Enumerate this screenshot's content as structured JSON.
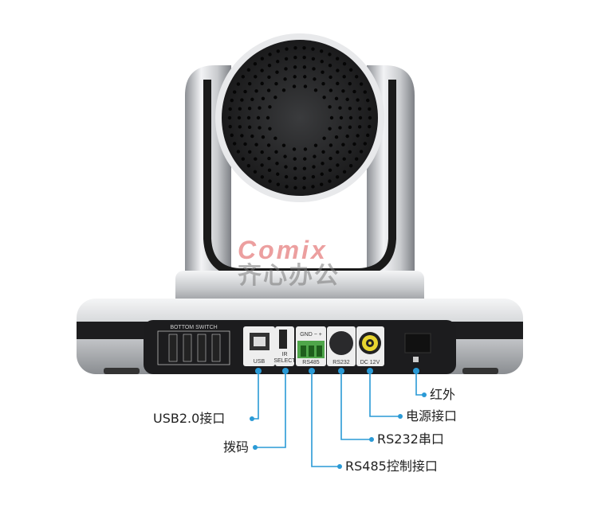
{
  "watermark": {
    "brand": "Comix",
    "sub": "齐心办公"
  },
  "panel": {
    "switch_title": "BOTTOM  SWITCH",
    "ports": {
      "usb": "USB",
      "ir_select_1": "IR",
      "ir_select_2": "SELECT",
      "rs485": "RS485",
      "rs485_pins": "GND  −   +",
      "rs232": "RS232",
      "dc": "DC 12V"
    }
  },
  "callouts": [
    {
      "id": "usb",
      "label": "USB2.0接口"
    },
    {
      "id": "dip",
      "label": "拨码"
    },
    {
      "id": "rs485",
      "label": "RS485控制接口"
    },
    {
      "id": "rs232",
      "label": "RS232串口"
    },
    {
      "id": "power",
      "label": "电源接口"
    },
    {
      "id": "ir",
      "label": "红外"
    }
  ],
  "colors": {
    "callout": "#2a9ad6",
    "body": "#d9dadc",
    "panel": "#1c1c1e"
  }
}
